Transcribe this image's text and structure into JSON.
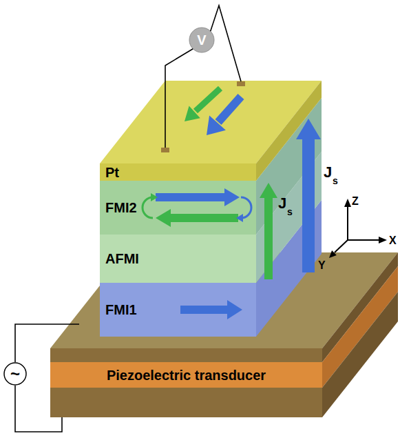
{
  "diagram": {
    "nodes": [
      {
        "text": [
          "V"
        ]
      },
      {
        "text": [
          "Pt"
        ]
      },
      {
        "text": [
          "FMI2"
        ]
      },
      {
        "text": [
          "AFMI"
        ]
      },
      {
        "text": [
          "FMI1"
        ]
      },
      {
        "text": [
          "~"
        ]
      },
      {
        "text": [
          "Piezoelectric transducer"
        ]
      }
    ],
    "edges": [
      {
        "from": 0,
        "to": 1,
        "arrow": "none"
      },
      {
        "from": 0,
        "to": 1,
        "arrow": "none"
      },
      {
        "from": 5,
        "to": 6,
        "arrow": "none"
      },
      {
        "from": 5,
        "to": 6,
        "arrow": "none"
      }
    ],
    "labels": [
      "J",
      "s",
      "J",
      "s",
      "Z",
      "X",
      "Y"
    ]
  }
}
